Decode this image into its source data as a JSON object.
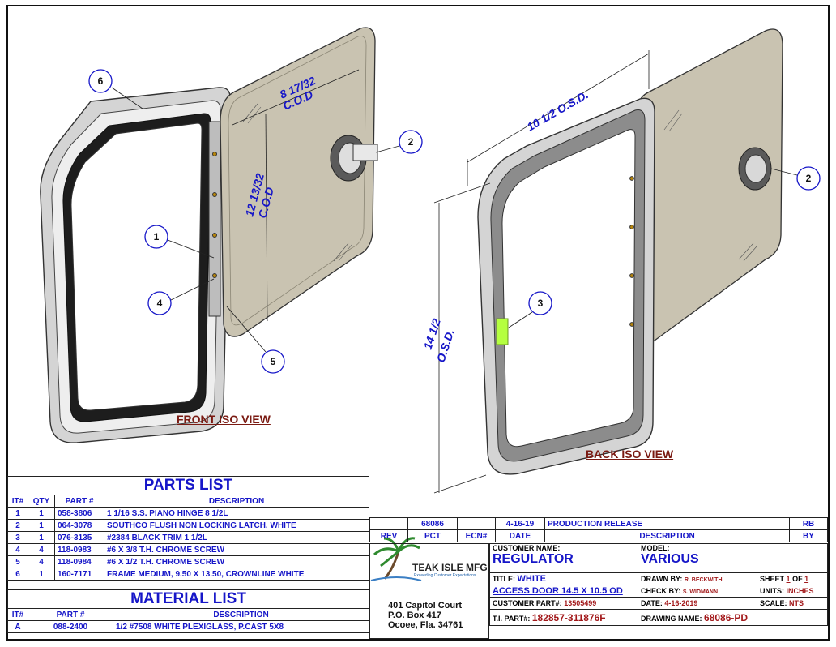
{
  "views": {
    "front": "FRONT ISO VIEW",
    "back": "BACK ISO VIEW"
  },
  "dimensions": {
    "cod_w": "8 17/32",
    "cod_w_sub": "C.O.D",
    "cod_h": "12 13/32",
    "cod_h_sub": "C.O.D",
    "osd_w": "10 1/2 O.S.D.",
    "osd_h": "14 1/2",
    "osd_h_sub": "O.S.D."
  },
  "balloons": {
    "b1": "1",
    "b2": "2",
    "b3": "3",
    "b4": "4",
    "b5": "5",
    "b6": "6",
    "b2b": "2"
  },
  "parts_list": {
    "title": "PARTS LIST",
    "headers": [
      "IT#",
      "QTY",
      "PART #",
      "DESCRIPTION"
    ],
    "rows": [
      [
        "1",
        "1",
        "058-3806",
        "1 1/16 S.S. PIANO HINGE 8 1/2L"
      ],
      [
        "2",
        "1",
        "064-3078",
        "SOUTHCO FLUSH NON LOCKING LATCH, WHITE"
      ],
      [
        "3",
        "1",
        "076-3135",
        "#2384 BLACK TRIM 1 1/2L"
      ],
      [
        "4",
        "4",
        "118-0983",
        "#6 X 3/8 T.H. CHROME SCREW"
      ],
      [
        "5",
        "4",
        "118-0984",
        "#6 X 1/2 T.H. CHROME SCREW"
      ],
      [
        "6",
        "1",
        "160-7171",
        "FRAME MEDIUM, 9.50 X 13.50, CROWNLINE WHITE"
      ]
    ]
  },
  "material_list": {
    "title": "MATERIAL LIST",
    "headers": [
      "IT#",
      "PART #",
      "DESCRIPTION"
    ],
    "rows": [
      [
        "A",
        "088-2400",
        "1/2 #7508 WHITE PLEXIGLASS, P.CAST 5X8"
      ]
    ]
  },
  "revision": {
    "row": {
      "pct": "68086",
      "date": "4-16-19",
      "description": "PRODUCTION RELEASE",
      "by": "RB"
    },
    "headers": [
      "REV",
      "PCT",
      "ECN#",
      "DATE",
      "DESCRIPTION",
      "BY"
    ]
  },
  "title_block": {
    "company": "TEAK ISLE MFG",
    "tagline": "Exceeding Customer Expectations",
    "address1": "401 Capitol Court",
    "address2": "P.O. Box 417",
    "address3": "Ocoee, Fla. 34761",
    "customer_name_label": "CUSTOMER NAME:",
    "customer_name": "REGULATOR",
    "model_label": "MODEL:",
    "model": "VARIOUS",
    "title_label": "TITLE:",
    "title_1": "WHITE",
    "title_2": "ACCESS DOOR 14.5 X 10.5 OD",
    "customer_part_label": "CUSTOMER PART#:",
    "customer_part": "13505499",
    "ti_part_label": "T.I. PART#:",
    "ti_part": "182857-311876F",
    "drawn_by_label": "DRAWN BY:",
    "drawn_by": "R. BECKWITH",
    "check_by_label": "CHECK BY:",
    "check_by": "S. WIDMANN",
    "date_label": "DATE:",
    "date": "4-16-2019",
    "drawing_name_label": "DRAWING NAME:",
    "drawing_name": "68086-PD",
    "sheet_label": "SHEET",
    "sheet_num": "1",
    "sheet_of": "OF",
    "sheet_total": "1",
    "units_label": "UNITS:",
    "units": "INCHES",
    "scale_label": "SCALE:",
    "scale": "NTS"
  },
  "colors": {
    "blue": "#1616c8",
    "label_red": "#7a1a12",
    "door": "#c9c3b1",
    "frame": "#d8d8d8",
    "highlight": "#b5ff40"
  }
}
